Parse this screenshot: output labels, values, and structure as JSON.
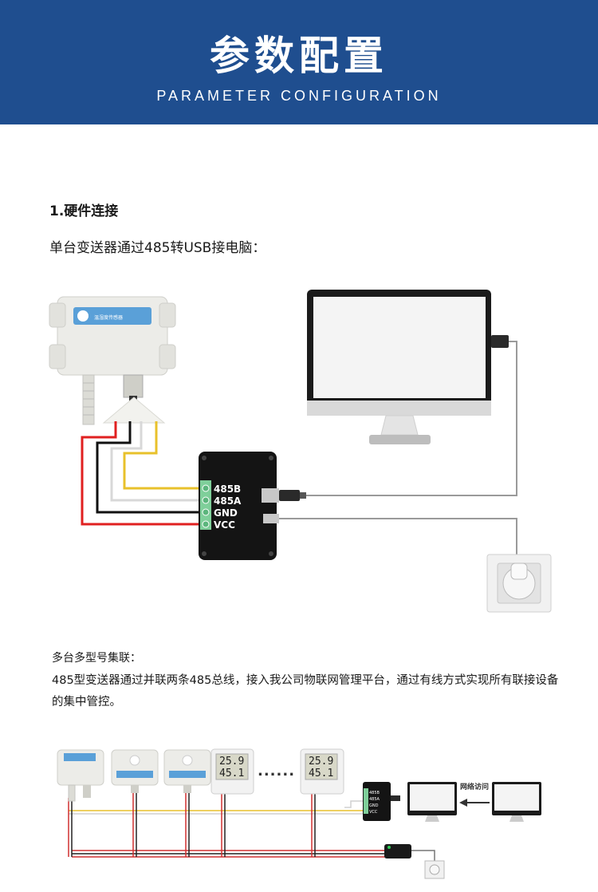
{
  "header": {
    "title": "参数配置",
    "subtitle": "PARAMETER CONFIGURATION",
    "bg_color": "#1f4e8f"
  },
  "section1": {
    "title": "1.硬件连接",
    "description": "单台变送器通过485转USB接电脑："
  },
  "single_diagram": {
    "sensor_label": "温湿度传感器",
    "terminals": [
      "485B",
      "485A",
      "GND",
      "VCC"
    ],
    "wire_colors": {
      "485B": "#e8c12b",
      "485A": "#d8d8d8",
      "GND": "#111111",
      "VCC": "#e02020"
    }
  },
  "section2": {
    "title": "多台多型号集联：",
    "body": "485型变送器通过并联两条485总线，接入我公司物联网管理平台，通过有线方式实现所有联接设备的集中管控。"
  },
  "multi_diagram": {
    "ellipsis": "......",
    "network_label": "网络访问",
    "terminals": [
      "485B",
      "485A",
      "GND",
      "VCC"
    ],
    "display_values": [
      "25.9",
      "45.1"
    ]
  }
}
